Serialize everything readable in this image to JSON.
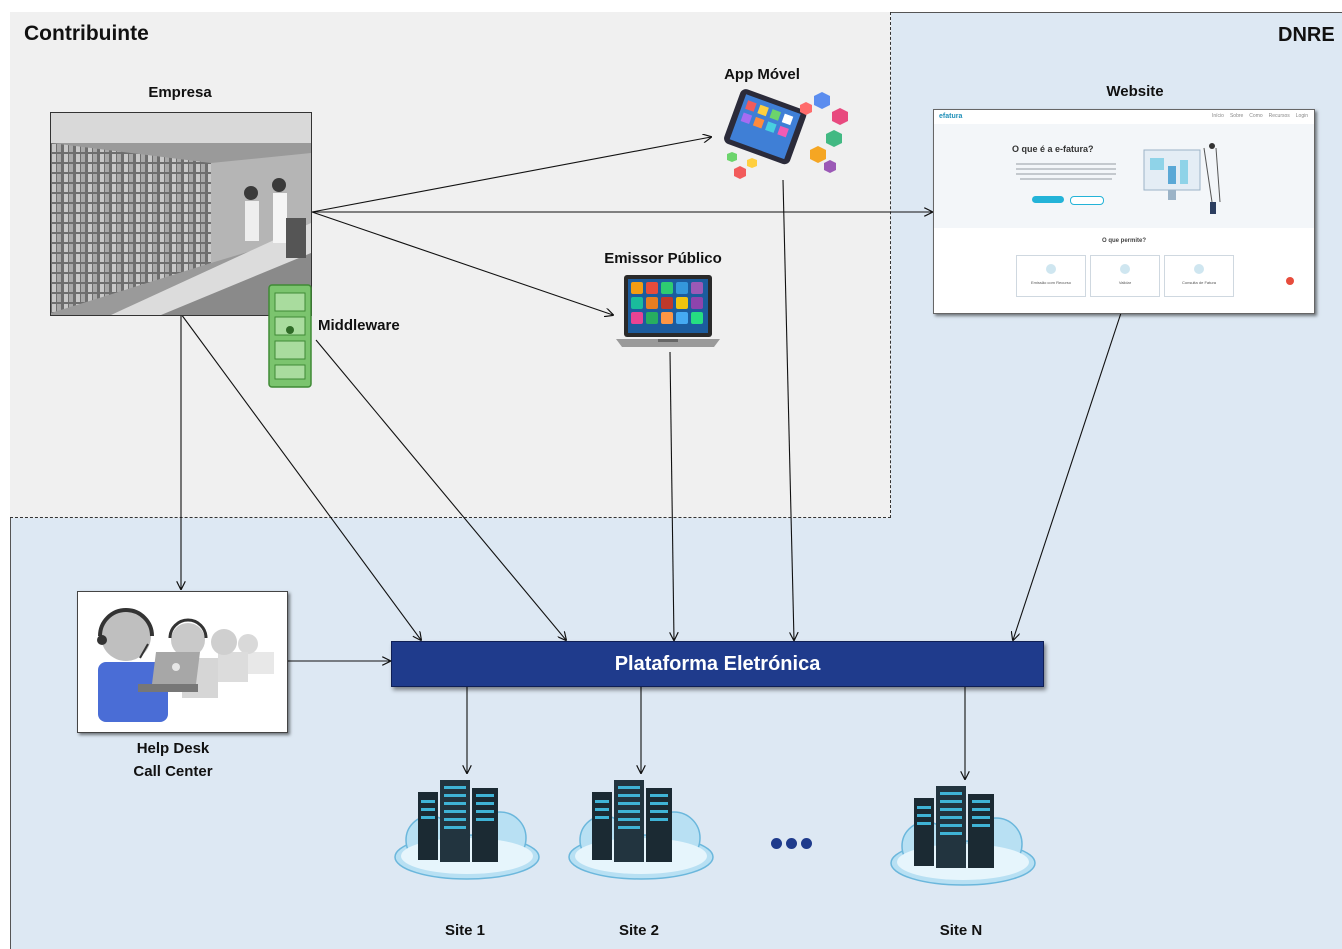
{
  "zones": {
    "contribuinte": "Contribuinte",
    "dnre": "DNRE"
  },
  "nodes": {
    "empresa": "Empresa",
    "middleware": "Middleware",
    "app_movel": "App Móvel",
    "emissor_publico": "Emissor  Público",
    "website": "Website",
    "helpdesk_line1": "Help Desk",
    "helpdesk_line2": "Call Center",
    "plataforma": "Plataforma Eletrónica",
    "site1": "Site 1",
    "site2": "Site 2",
    "siteN": "Site N"
  },
  "website_screenshot": {
    "brand": "efatura",
    "nav": [
      "Início",
      "Sobre",
      "Como",
      "Recursos",
      "Login"
    ],
    "hero_title": "O que é a e-fatura?",
    "section_title": "O que permite?",
    "cards": [
      "Emissão com Recurso",
      "Validar",
      "Consulta de Fatura"
    ]
  },
  "colors": {
    "contribuinte_bg": "#f0f0f0",
    "dnre_bg": "#dde8f3",
    "platform": "#1f3b8c",
    "server_teal": "#3fb3d6",
    "middleware_green": "#7bc46e"
  },
  "icons": {
    "app_movel": "phones-with-app-icons",
    "emissor_publico": "laptop-with-apps",
    "middleware": "network-device",
    "helpdesk": "headset-operators",
    "site": "server-cloud",
    "ellipsis": "ellipsis-dots"
  }
}
